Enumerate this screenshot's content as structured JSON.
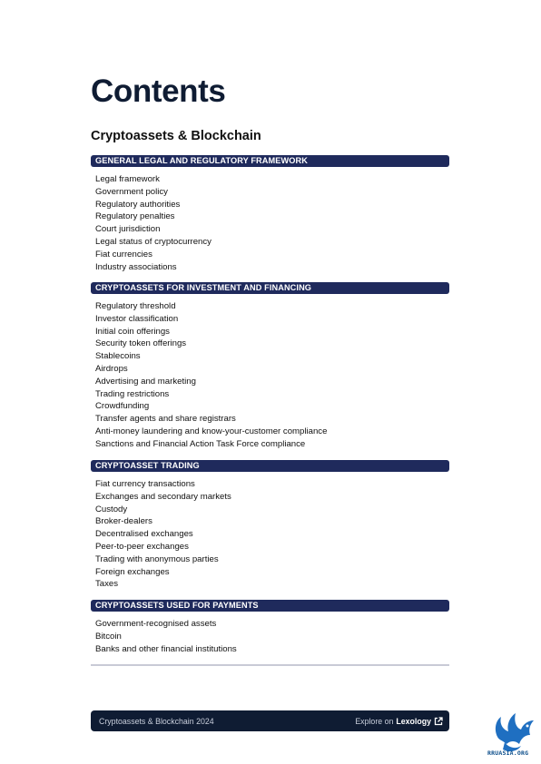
{
  "page": {
    "title": "Contents",
    "subtitle": "Cryptoassets & Blockchain"
  },
  "sections": [
    {
      "heading": "GENERAL LEGAL AND REGULATORY FRAMEWORK",
      "items": [
        "Legal framework",
        "Government policy",
        "Regulatory authorities",
        "Regulatory penalties",
        "Court jurisdiction",
        "Legal status of cryptocurrency",
        "Fiat currencies",
        "Industry associations"
      ]
    },
    {
      "heading": "CRYPTOASSETS FOR INVESTMENT AND FINANCING",
      "items": [
        "Regulatory threshold",
        "Investor classification",
        "Initial coin offerings",
        "Security token offerings",
        "Stablecoins",
        "Airdrops",
        "Advertising and marketing",
        "Trading restrictions",
        "Crowdfunding",
        "Transfer agents and share registrars",
        "Anti-money laundering and know-your-customer compliance",
        "Sanctions and Financial Action Task Force compliance"
      ]
    },
    {
      "heading": "CRYPTOASSET TRADING",
      "items": [
        "Fiat currency transactions",
        "Exchanges and secondary markets",
        "Custody",
        "Broker-dealers",
        "Decentralised exchanges",
        "Peer-to-peer exchanges",
        "Trading with anonymous parties",
        "Foreign exchanges",
        "Taxes"
      ]
    },
    {
      "heading": "CRYPTOASSETS USED FOR PAYMENTS",
      "items": [
        "Government-recognised assets",
        "Bitcoin",
        "Banks and other financial institutions"
      ]
    }
  ],
  "footer": {
    "left_text": "Cryptoassets & Blockchain 2024",
    "explore_text": "Explore on",
    "brand": "Lexology",
    "link_icon": "external-link-icon"
  },
  "watermark": {
    "icon": "bird-logo-icon",
    "text": "RRUASIA.ORG"
  },
  "colors": {
    "header_bar": "#1f2a5c",
    "footer_bg": "#0f1c33",
    "rule": "#c8cad6",
    "logo": "#1f6fc1"
  }
}
